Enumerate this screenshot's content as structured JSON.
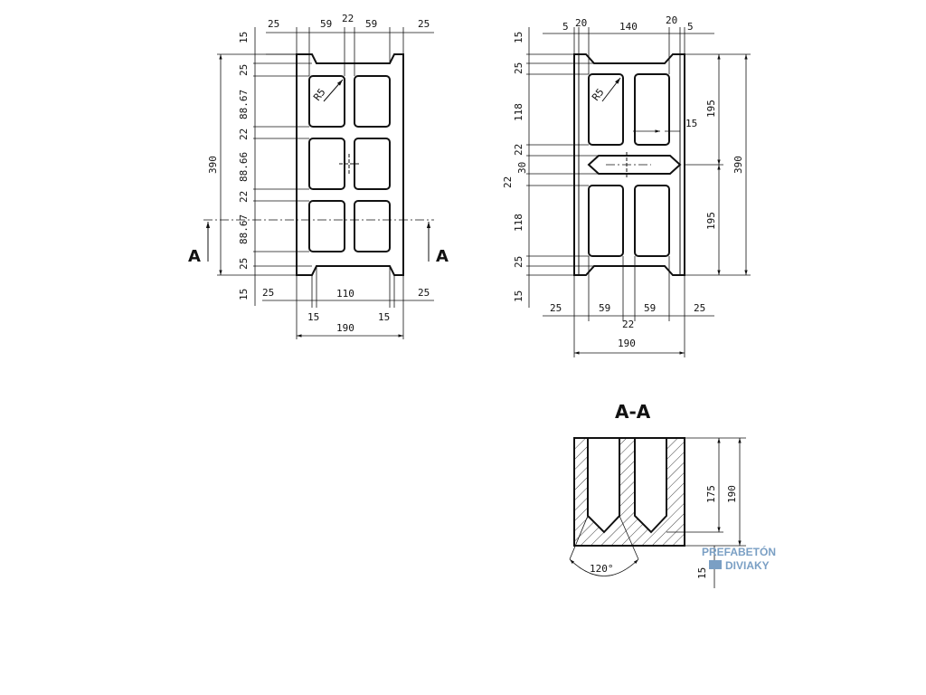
{
  "plan": {
    "top_dims": [
      "25",
      "59",
      "22",
      "59",
      "25"
    ],
    "bottom_dims": [
      "25",
      "110",
      "25"
    ],
    "bottom_small": [
      "15",
      "15"
    ],
    "width_dim": "190",
    "left_dims": [
      "15",
      "25",
      "88.67",
      "22",
      "88.66",
      "22",
      "88.67",
      "25",
      "15"
    ],
    "height_dim": "390",
    "radius": "R5",
    "section_marker": "A"
  },
  "side": {
    "top_dims": [
      "5",
      "20",
      "140",
      "20",
      "5"
    ],
    "left_dims": [
      "15",
      "25",
      "118",
      "22",
      "30",
      "22",
      "118",
      "25",
      "15"
    ],
    "notch_dim": "15",
    "right_dims": [
      "195",
      "195"
    ],
    "height_dim": "390",
    "bottom_dims": [
      "25",
      "59",
      "59",
      "25"
    ],
    "bottom_mid": "22",
    "width_dim": "190",
    "radius": "R5"
  },
  "section": {
    "title": "A-A",
    "inner_dim": "175",
    "outer_dim": "190",
    "bottom_dim": "15",
    "angle": "120°"
  },
  "logo": {
    "line1": "PREFABETÓN",
    "line2": "DIVIAKY",
    "color": "#7a9fc4"
  }
}
